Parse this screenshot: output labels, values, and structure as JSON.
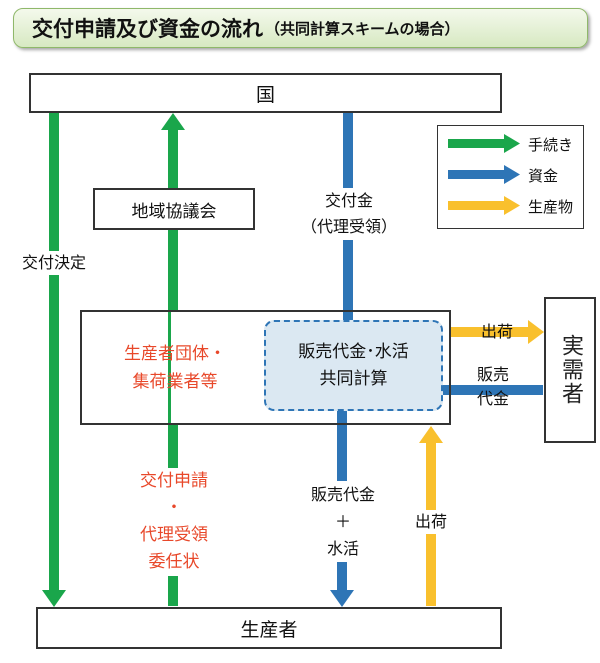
{
  "title": {
    "main": "交付申請及び資金の流れ",
    "sub": "（共同計算スキームの場合）"
  },
  "nodes": {
    "country": "国",
    "regional_council": "地域協議会",
    "producer_group_line1": "生産者団体・",
    "producer_group_line2": "集荷業者等",
    "calc_line1": "販売代金･水活",
    "calc_line2": "共同計算",
    "buyer": "実需者",
    "producer": "生産者"
  },
  "edge_labels": {
    "grant_decision": "交付決定",
    "subsidy_line1": "交付金",
    "subsidy_line2": "（代理受領）",
    "application_line1": "交付申請",
    "application_dot": "・",
    "application_line2": "代理受領",
    "application_line3": "委任状",
    "ship_to_buyer": "出荷",
    "sales_line1": "販売",
    "sales_line2": "代金",
    "pay_line1": "販売代金",
    "pay_line2": "＋",
    "pay_line3": "水活",
    "ship_from_producer": "出荷"
  },
  "legend": [
    {
      "label": "手続き",
      "color": "#1aa64b"
    },
    {
      "label": "資金",
      "color": "#2e75b6"
    },
    {
      "label": "生産物",
      "color": "#f9c02d"
    }
  ],
  "colors": {
    "procedure": "#1aa64b",
    "funds": "#2e75b6",
    "product": "#f9c02d"
  }
}
